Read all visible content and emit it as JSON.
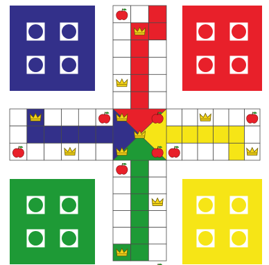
{
  "colors": {
    "blue": "#33308a",
    "red": "#e8202a",
    "green": "#1e9a36",
    "yellow": "#f6e516",
    "grid": "#4a4a4a",
    "cell": "#ffffff"
  },
  "houses": [
    {
      "color": "blue",
      "corner": "top-left"
    },
    {
      "color": "red",
      "corner": "top-right"
    },
    {
      "color": "green",
      "corner": "bottom-left"
    },
    {
      "color": "yellow",
      "corner": "bottom-right"
    }
  ],
  "tokens": [
    {
      "color": "red",
      "icon": "apple-icon",
      "arm": "top",
      "col": 0,
      "row": 0
    },
    {
      "color": "yellow",
      "icon": "crown-icon",
      "arm": "top",
      "col": 1,
      "row": 1
    },
    {
      "color": "yellow",
      "icon": "crown-icon",
      "arm": "top",
      "col": 0,
      "row": 4
    },
    {
      "color": "red",
      "icon": "apple-icon",
      "arm": "top",
      "col": 2,
      "row": 6
    },
    {
      "color": "yellow",
      "icon": "crown-icon",
      "arm": "left",
      "col": 1,
      "row": 0
    },
    {
      "color": "red",
      "icon": "apple-icon",
      "arm": "left",
      "col": 5,
      "row": 0
    },
    {
      "color": "red",
      "icon": "apple-icon",
      "arm": "left",
      "col": 0,
      "row": 2
    },
    {
      "color": "yellow",
      "icon": "crown-icon",
      "arm": "left",
      "col": 3,
      "row": 2
    },
    {
      "color": "yellow",
      "icon": "crown-icon",
      "arm": "right",
      "col": 2,
      "row": 0
    },
    {
      "color": "red",
      "icon": "apple-icon",
      "arm": "right",
      "col": 5,
      "row": 0
    },
    {
      "color": "red",
      "icon": "apple-icon",
      "arm": "right",
      "col": 0,
      "row": 2
    },
    {
      "color": "yellow",
      "icon": "crown-icon",
      "arm": "right",
      "col": 5,
      "row": 2
    },
    {
      "color": "red",
      "icon": "apple-icon",
      "arm": "bottom",
      "col": 0,
      "row": 0
    },
    {
      "color": "yellow",
      "icon": "crown-icon",
      "arm": "bottom",
      "col": 2,
      "row": 2
    },
    {
      "color": "yellow",
      "icon": "crown-icon",
      "arm": "bottom",
      "col": 0,
      "row": 5
    },
    {
      "color": "red",
      "icon": "apple-icon",
      "arm": "bottom",
      "col": 2,
      "row": 6
    },
    {
      "color": "yellow",
      "icon": "crown-icon",
      "arm": "center",
      "col": 0,
      "row": 0
    },
    {
      "color": "yellow",
      "icon": "crown-icon",
      "arm": "center",
      "col": 1,
      "row": 1
    },
    {
      "color": "yellow",
      "icon": "crown-icon",
      "arm": "center",
      "col": 0,
      "row": 2
    },
    {
      "color": "red",
      "icon": "apple-icon",
      "arm": "center",
      "col": 2,
      "row": 2
    }
  ]
}
